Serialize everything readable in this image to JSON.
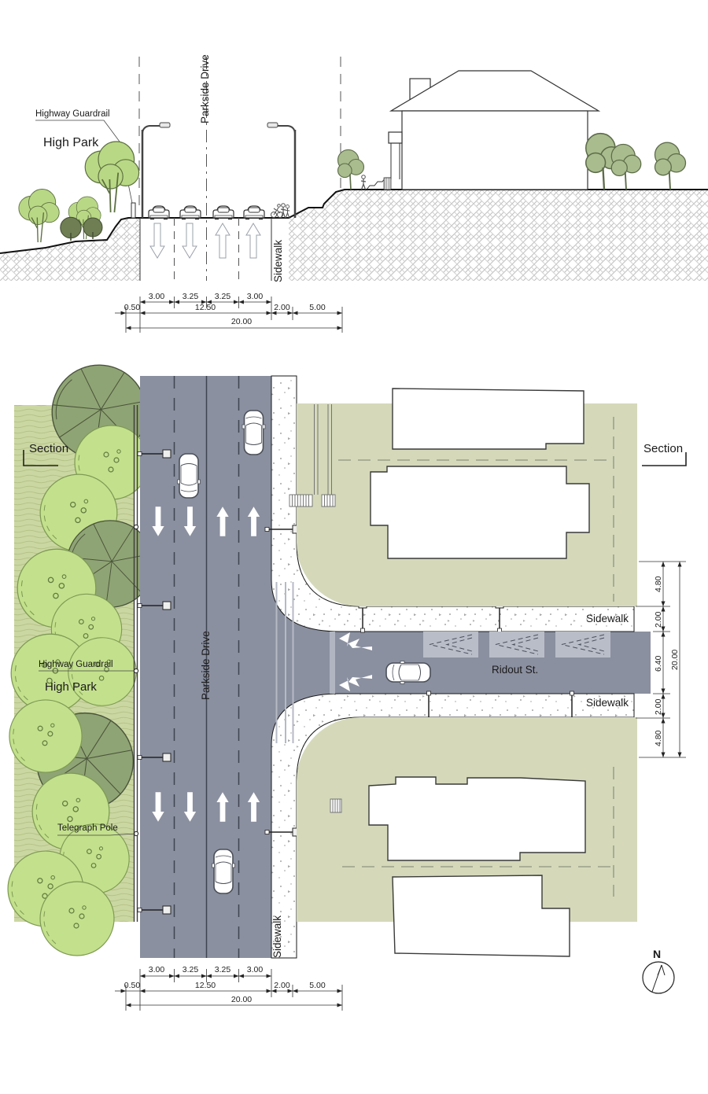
{
  "section_view": {
    "labels": {
      "guardrail": "Highway Guardrail",
      "park": "High Park",
      "street": "Parkside Drive",
      "sidewalk": "Sidewalk"
    },
    "dims": {
      "lanes": [
        "3.00",
        "3.25",
        "3.25",
        "3.00"
      ],
      "row2": [
        "0.50",
        "12.50",
        "2.00",
        "5.00"
      ],
      "total": "20.00"
    }
  },
  "plan_view": {
    "labels": {
      "section_left": "Section",
      "section_right": "Section",
      "guardrail": "Highway Guardrail",
      "park": "High Park",
      "telegraph": "Telegraph Pole",
      "street": "Parkside Drive",
      "cross_street": "Ridout St.",
      "sidewalk_top": "Sidewalk",
      "sidewalk_bottom": "Sidewalk",
      "sidewalk_vertical": "Sidewalk",
      "north": "N"
    },
    "dims_bottom": {
      "lanes": [
        "3.00",
        "3.25",
        "3.25",
        "3.00"
      ],
      "row2": [
        "0.50",
        "12.50",
        "2.00",
        "5.00"
      ],
      "total": "20.00"
    },
    "dims_right": {
      "segments": [
        "4.80",
        "2.00",
        "6.40",
        "2.00",
        "4.80"
      ],
      "total": "20.00"
    }
  },
  "colors": {
    "road": "#8b90a0",
    "park_green": "#cbd7a2",
    "tree_light": "#c3e08c",
    "tree_dark": "#8fa474",
    "block_green": "#d5d9ba",
    "parking_bay": "#b9bdc8",
    "line_dark": "#222222"
  }
}
